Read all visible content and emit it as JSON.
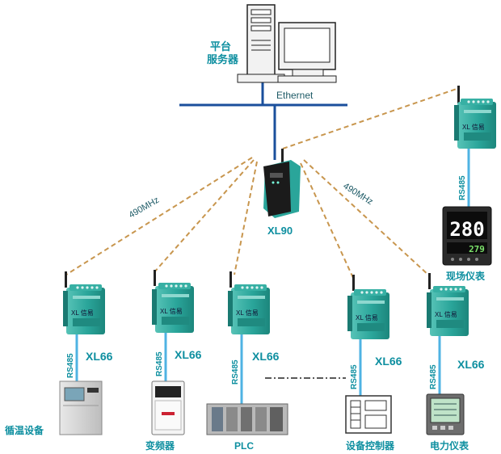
{
  "server": {
    "label_line1": "平台",
    "label_line2": "服务器"
  },
  "network": {
    "ethernet_label": "Ethernet"
  },
  "gateway": {
    "label": "XL90"
  },
  "wireless": {
    "freq_left": "490MHz",
    "freq_right": "490MHz"
  },
  "bus_label": "RS485",
  "module_face_text": "XL 信易",
  "modules": [
    {
      "label": "XL66",
      "device": "循温设备"
    },
    {
      "label": "XL66",
      "device": "变频器"
    },
    {
      "label": "XL66",
      "device": "PLC"
    },
    {
      "label": "XL66",
      "device": "设备控制器"
    },
    {
      "label": "XL66",
      "device": "电力仪表"
    },
    {
      "label": "",
      "device": "现场仪表"
    }
  ],
  "meter_display": {
    "pv": "280",
    "sv": "279"
  },
  "colors": {
    "teal": "#2aa59a",
    "ethernet": "#1a4f9c",
    "radio_link": "#c8964e",
    "rs485": "#4fb3e3"
  }
}
